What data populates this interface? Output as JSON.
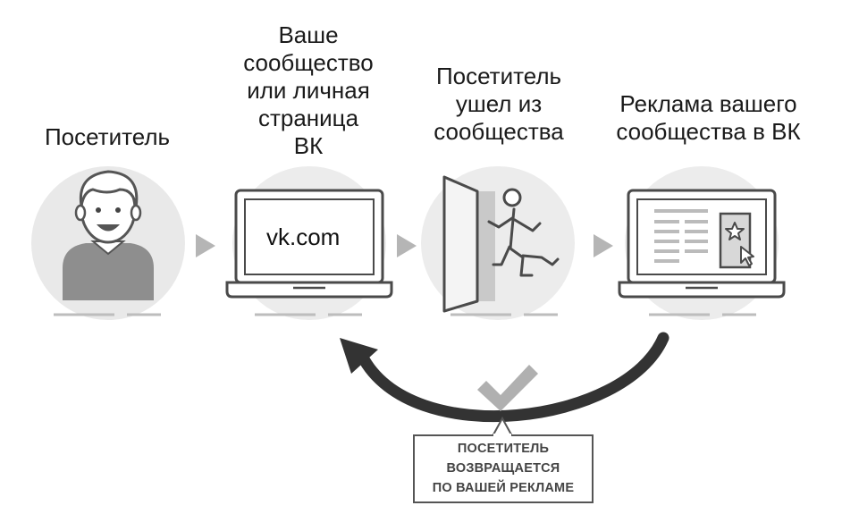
{
  "steps": [
    {
      "id": "visitor",
      "lines": [
        "Посетитель"
      ]
    },
    {
      "id": "community",
      "lines": [
        "Ваше",
        "сообщество",
        "или личная",
        "страница",
        "ВК"
      ],
      "screen_text": "vk.com"
    },
    {
      "id": "left",
      "lines": [
        "Посетитель",
        "ушел из",
        "сообщества"
      ]
    },
    {
      "id": "ad",
      "lines": [
        "Реклама вашего",
        "сообщества в ВК"
      ]
    }
  ],
  "callout": {
    "lines": [
      "ПОСЕТИТЕЛЬ",
      "ВОЗВРАЩАЕТСЯ",
      "ПО ВАШЕЙ РЕКЛАМЕ"
    ]
  },
  "icons": [
    "person-icon",
    "laptop-icon",
    "door-exit-icon",
    "laptop-ad-icon",
    "arrow-right-icon",
    "return-arrow-icon",
    "checkmark-icon"
  ],
  "colors": {
    "circle": "#e9e9e9",
    "stroke": "#555555",
    "arrow": "#333333",
    "chevron": "#b5b5b5",
    "check": "#b0b0b0"
  }
}
